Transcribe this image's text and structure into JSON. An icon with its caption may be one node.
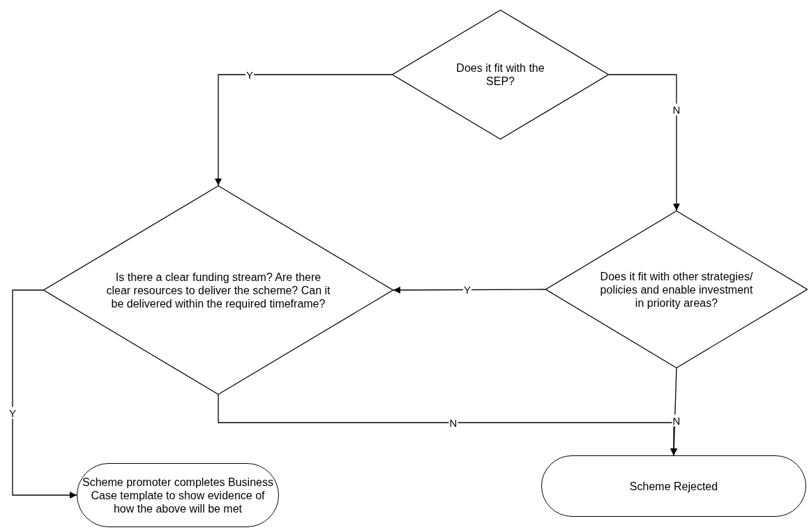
{
  "diagram": {
    "nodes": [
      {
        "text": [
          "Does it fit with the SEP?"
        ]
      },
      {
        "text": [
          "Is there a clear funding stream? Are there clear resources to deliver the scheme? Can it be delivered within the required timeframe?"
        ]
      },
      {
        "text": [
          "Does it fit with other strategies/ policies and enable investment in priority areas?"
        ]
      },
      {
        "text": [
          "Scheme promoter completes Business Case template to show evidence of how the above will be met"
        ]
      },
      {
        "text": [
          "Scheme Rejected"
        ]
      }
    ],
    "edges": [
      {
        "from": 0,
        "to": 1,
        "arrow": "to",
        "label": "Y"
      },
      {
        "from": 0,
        "to": 2,
        "arrow": "to",
        "label": "N"
      },
      {
        "from": 2,
        "to": 1,
        "arrow": "to",
        "label": "Y"
      },
      {
        "from": 1,
        "to": 3,
        "arrow": "to",
        "label": "Y"
      },
      {
        "from": 1,
        "to": 4,
        "arrow": "to",
        "label": "N"
      },
      {
        "from": 2,
        "to": 4,
        "arrow": "to",
        "label": "N"
      }
    ]
  }
}
